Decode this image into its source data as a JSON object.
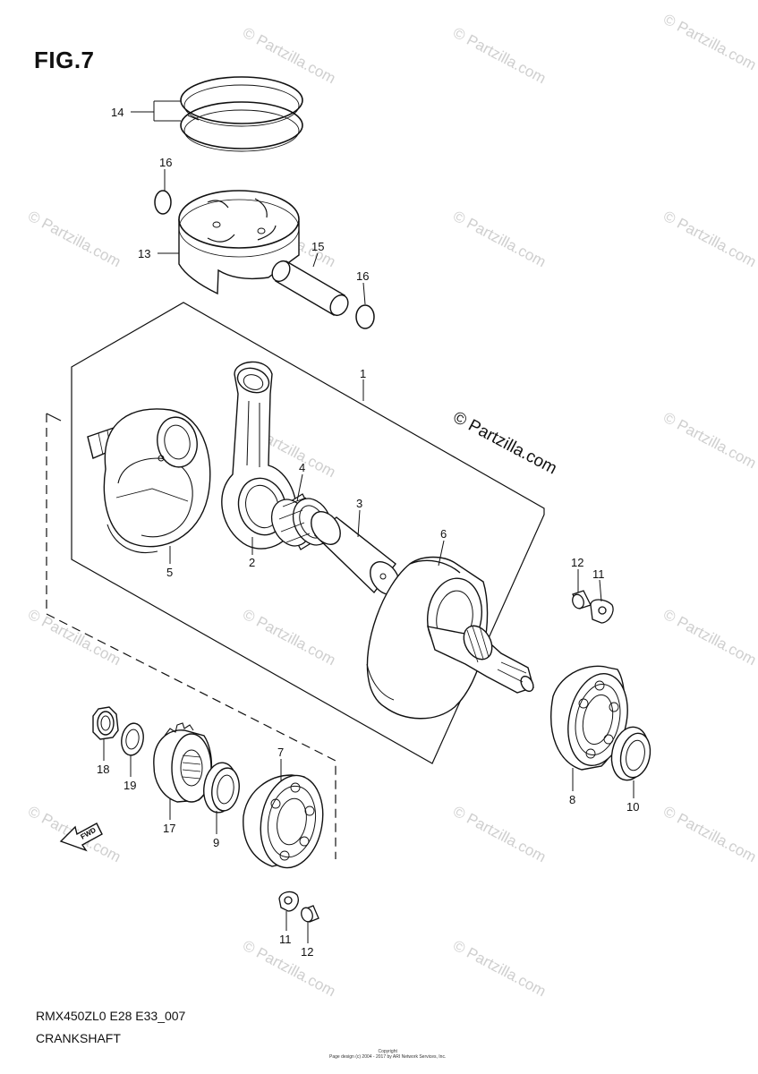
{
  "figure": {
    "title": "FIG.7",
    "model_code": "RMX450ZL0 E28 E33_007",
    "name": "CRANKSHAFT",
    "copyright_line1": "Copyright",
    "copyright_line2": "Page design (c) 2004 - 2017 by ARI Network Services, Inc."
  },
  "watermark": {
    "text": "© Partzilla.com",
    "main_text": "© Partzilla.com"
  },
  "callouts": {
    "c1": "1",
    "c2": "2",
    "c3": "3",
    "c4": "4",
    "c5": "5",
    "c6": "6",
    "c7": "7",
    "c8": "8",
    "c9": "9",
    "c10": "10",
    "c11a": "11",
    "c11b": "11",
    "c12a": "12",
    "c12b": "12",
    "c13": "13",
    "c14": "14",
    "c15": "15",
    "c16a": "16",
    "c16b": "16",
    "c17": "17",
    "c18": "18",
    "c19": "19"
  },
  "fwd_label": "FWD"
}
